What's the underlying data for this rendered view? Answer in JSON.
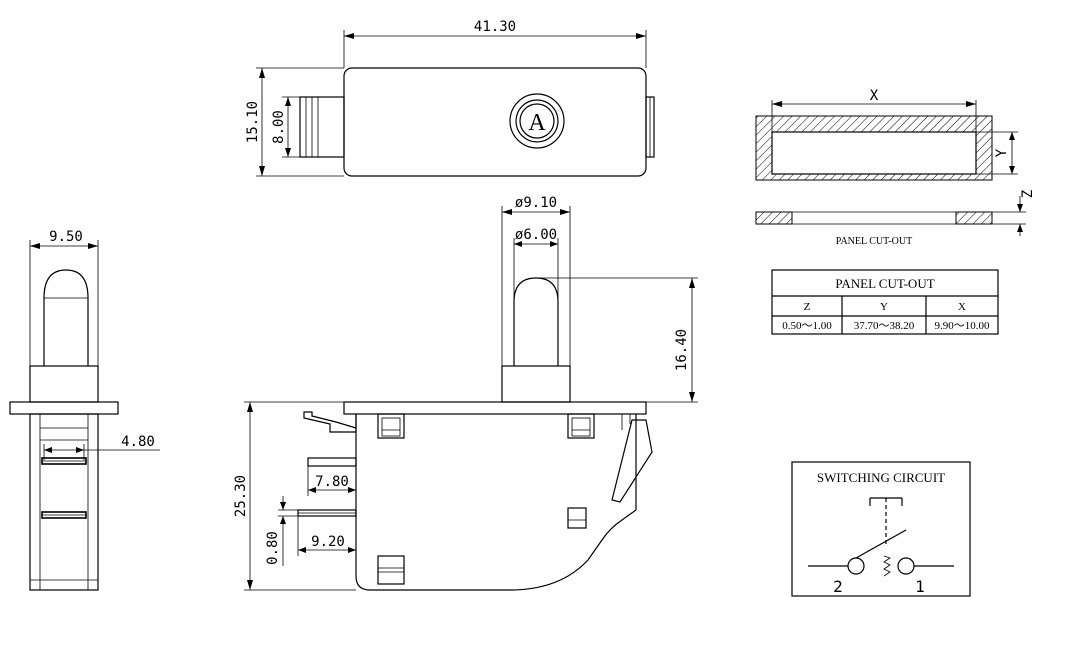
{
  "dimensions": {
    "top_width": "41.30",
    "top_height": "15.10",
    "top_inner_height": "8.00",
    "button_label": "A",
    "side_width": "9.50",
    "side_slot": "4.80",
    "outer_diameter": "ø9.10",
    "inner_diameter": "ø6.00",
    "plunger_height": "16.40",
    "body_height": "25.30",
    "terminal_1": "7.80",
    "terminal_2": "9.20",
    "terminal_thickness": "0.80"
  },
  "cutout": {
    "x_label": "X",
    "y_label": "Y",
    "z_label": "Z",
    "caption": "PANEL CUT-OUT"
  },
  "table": {
    "title": "PANEL CUT-OUT",
    "headers": [
      "Z",
      "Y",
      "X"
    ],
    "values": [
      "0.50～1.00",
      "37.70～38.20",
      "9.90～10.00"
    ]
  },
  "circuit": {
    "title": "SWITCHING CIRCUIT",
    "pin_left": "2",
    "pin_right": "1"
  }
}
